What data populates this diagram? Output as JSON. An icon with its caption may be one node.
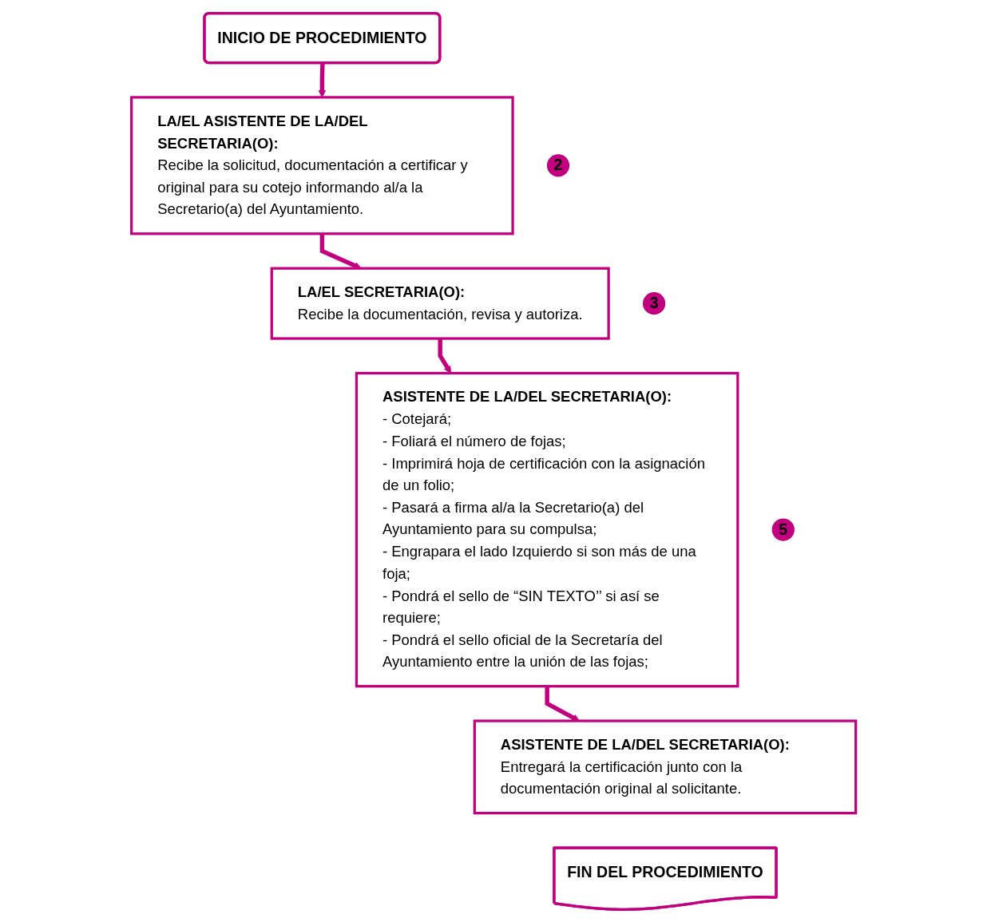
{
  "diagram": {
    "nodes": [
      {
        "text": [
          "INICIO DE PROCEDIMIENTO"
        ]
      },
      {
        "text": [
          "LA/EL ASISTENTE DE LA/DEL SECRETARIA(O):",
          "Recibe la solicitud, documentación a certificar y original para su cotejo informando al/a la Secretario(a) del Ayuntamiento."
        ]
      },
      {
        "text": [
          "2"
        ]
      },
      {
        "text": [
          "LA/EL SECRETARIA(O):",
          "Recibe la documentación, revisa y autoriza."
        ]
      },
      {
        "text": [
          "3"
        ]
      },
      {
        "text": [
          "ASISTENTE DE LA/DEL SECRETARIA(O):",
          "- Cotejará;",
          "- Foliará el número de fojas;",
          "- Imprimirá hoja de certificación con la asignación de un folio;",
          "- Pasará a firma al/a la Secretario(a) del Ayuntamiento para su compulsa;",
          "- Engrapara el lado Izquierdo si son más de una foja;",
          "- Pondrá el sello de “SIN TEXTO’’ si así se requiere;",
          "- Pondrá el sello oficial de la Secretaría del Ayuntamiento entre la unión de las fojas;"
        ]
      },
      {
        "text": [
          "5"
        ]
      },
      {
        "text": [
          "ASISTENTE DE LA/DEL SECRETARIA(O):",
          "Entregará la certificación junto con la documentación original al solicitante."
        ]
      },
      {
        "text": [
          "FIN DEL PROCEDIMIENTO"
        ]
      }
    ],
    "edges": [
      {
        "from": 0,
        "to": 1,
        "arrow": "to"
      },
      {
        "from": 1,
        "to": 3,
        "arrow": "to"
      },
      {
        "from": 3,
        "to": 5,
        "arrow": "to"
      },
      {
        "from": 5,
        "to": 7,
        "arrow": "to"
      }
    ]
  }
}
